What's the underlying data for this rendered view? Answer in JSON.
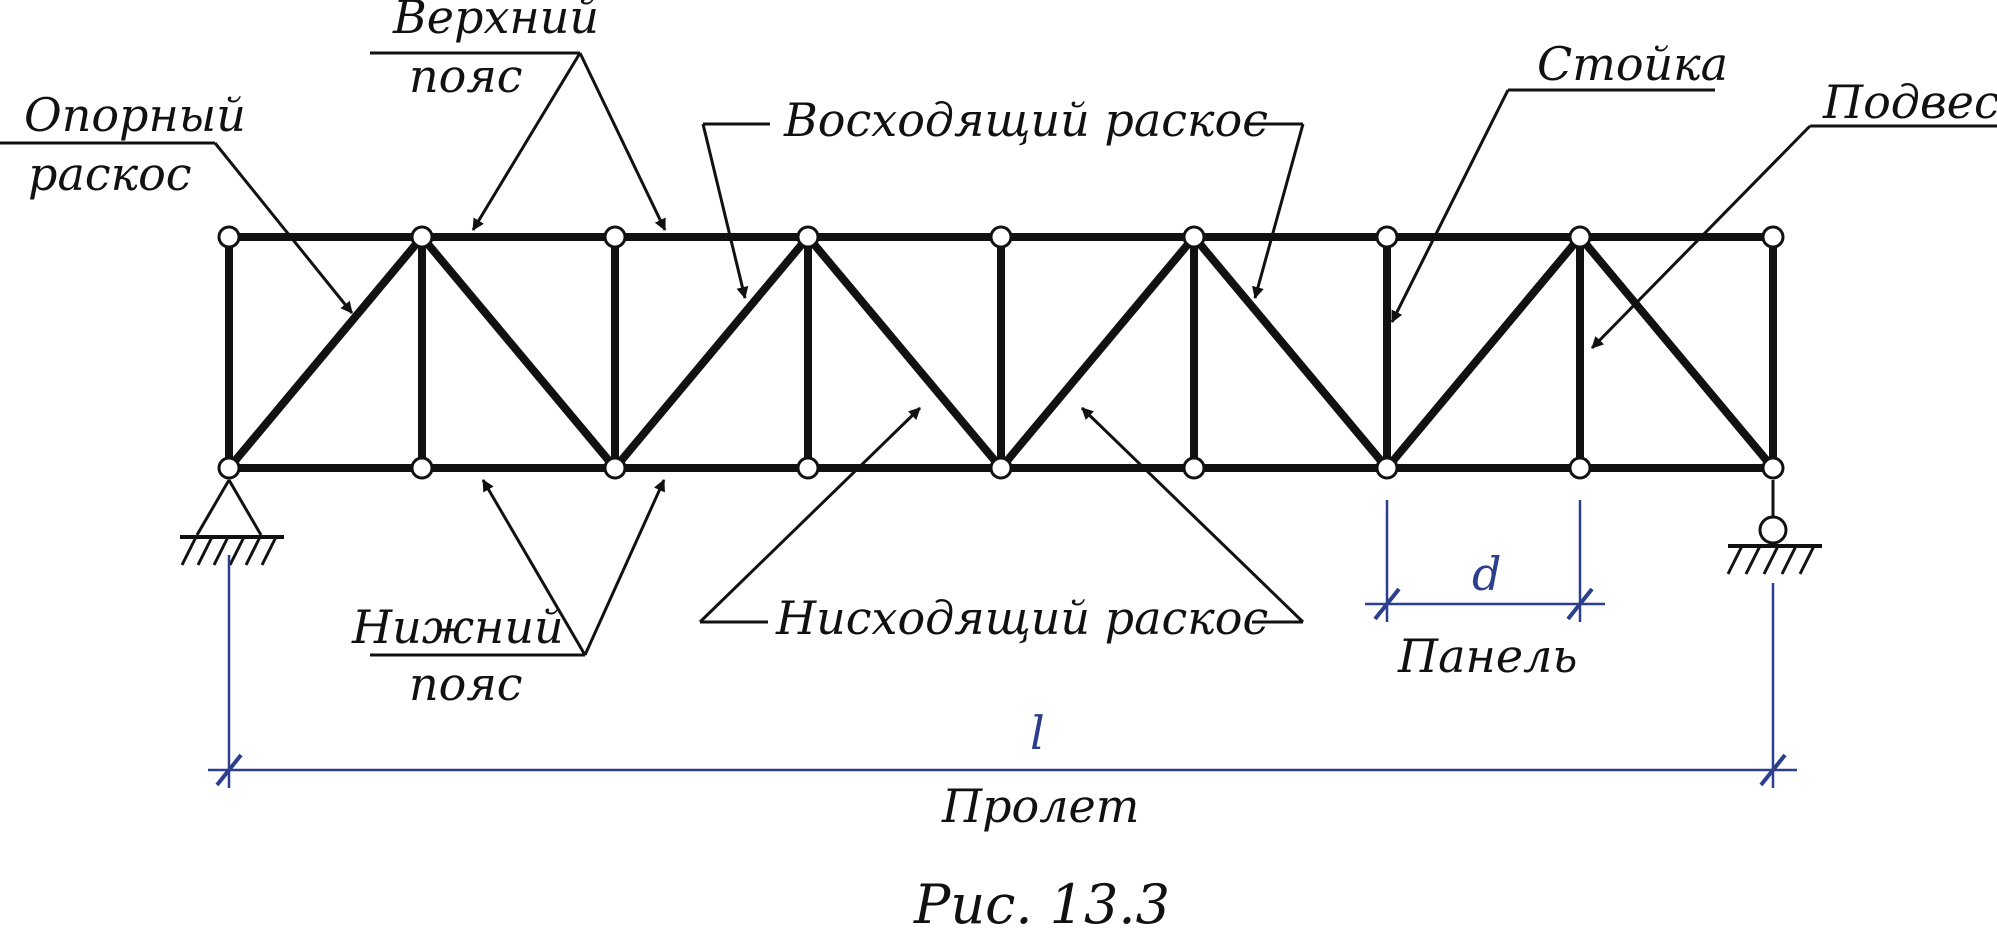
{
  "figure": {
    "caption": "Рис. 13.3",
    "labels": {
      "top_chord": [
        "Верхний",
        "пояс"
      ],
      "support_diagonal": [
        "Опорный",
        "раскос"
      ],
      "ascending_diagonal": "Восходящий раскос",
      "post": "Стойка",
      "hanger": "Подвес",
      "bottom_chord": [
        "Нижний",
        "пояс"
      ],
      "descending_diagonal": "Нисходящий раскос",
      "panel": "Панель",
      "span": "Пролет"
    },
    "dimensions": {
      "panel_symbol": "d",
      "span_symbol": "l"
    },
    "colors": {
      "truss": "#111111",
      "dimension": "#2b3f8c"
    }
  }
}
